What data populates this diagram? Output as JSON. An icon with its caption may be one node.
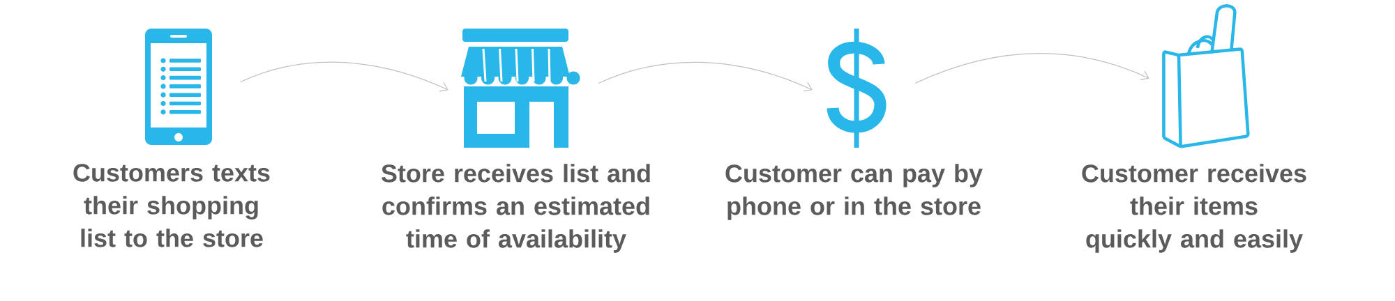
{
  "diagram": {
    "nodes": [
      {
        "text": [],
        "shape": "phone",
        "beside": [
          "Customers texts their shopping list to the store"
        ]
      },
      {
        "text": [],
        "shape": "store",
        "beside": [
          "Store receives list and confirms an estimated time of availability"
        ]
      },
      {
        "text": [],
        "shape": "dollar",
        "beside": [
          "Customer can pay by phone or in the store"
        ]
      },
      {
        "text": [],
        "shape": "bag",
        "beside": [
          "Customer receives their items quickly and easily"
        ]
      }
    ],
    "edges": [
      {
        "from": 0,
        "to": 1,
        "arrow": "to"
      },
      {
        "from": 1,
        "to": 2,
        "arrow": "to"
      },
      {
        "from": 2,
        "to": 3,
        "arrow": "to"
      }
    ]
  }
}
